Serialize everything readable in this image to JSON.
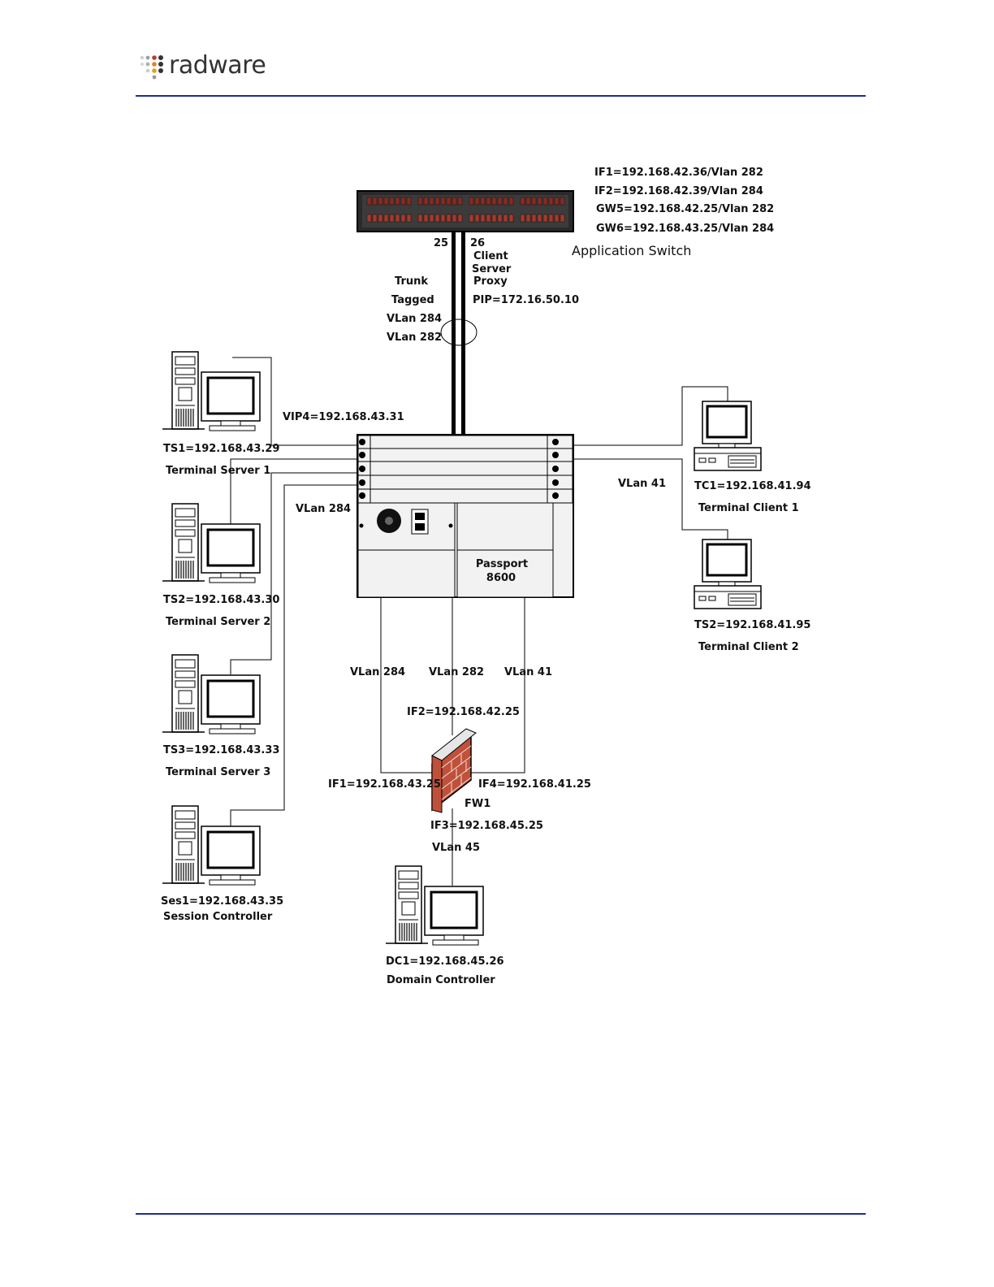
{
  "brand": {
    "logo_text": "radware",
    "accent_color": "#1f2a9b",
    "logo_dot_colors": [
      "#d0d0d0",
      "#a0a0a0",
      "#c0392b",
      "#e67e22",
      "#333333"
    ]
  },
  "app_switch": {
    "name": "Application Switch",
    "config": [
      "IF1=192.168.42.36/Vlan 282",
      "IF2=192.168.42.39/Vlan 284",
      "GW5=192.168.42.25/Vlan 282",
      "GW6=192.168.43.25/Vlan 284"
    ],
    "port_left": "25",
    "port_right": "26"
  },
  "trunk": {
    "left_lines": [
      "Trunk",
      "Tagged",
      "VLan 284",
      "VLan 282"
    ],
    "right_lines": [
      "Client",
      "Server",
      "Proxy"
    ],
    "pip": "PIP=172.16.50.10"
  },
  "core_switch": {
    "name_line1": "Passport",
    "name_line2": "8600",
    "vip": "VIP4=192.168.43.31",
    "vlan_left": "VLan 284",
    "vlan_right": "VLan 41"
  },
  "servers": [
    {
      "ip": "TS1=192.168.43.29",
      "name": "Terminal Server 1"
    },
    {
      "ip": "TS2=192.168.43.30",
      "name": "Terminal Server 2"
    },
    {
      "ip": "TS3=192.168.43.33",
      "name": "Terminal Server 3"
    },
    {
      "ip": "Ses1=192.168.43.35",
      "name": "Session Controller"
    }
  ],
  "clients": [
    {
      "ip": "TC1=192.168.41.94",
      "name": "Terminal Client 1"
    },
    {
      "ip": "TS2=192.168.41.95",
      "name": "Terminal Client 2"
    }
  ],
  "bottom_vlans": [
    "VLan 284",
    "VLan 282",
    "VLan 41"
  ],
  "firewall": {
    "name": "FW1",
    "if1": "IF1=192.168.43.25",
    "if2": "IF2=192.168.42.25",
    "if3": "IF3=192.168.45.25",
    "if4": "IF4=192.168.41.25",
    "vlan": "VLan 45",
    "brick_color": "#c0503a"
  },
  "domain_controller": {
    "ip": "DC1=192.168.45.26",
    "name": "Domain Controller"
  }
}
